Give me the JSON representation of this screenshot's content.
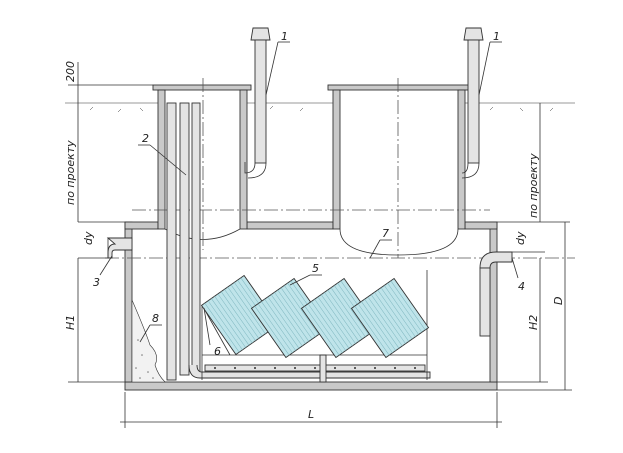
{
  "callouts": {
    "c1a": "1",
    "c1b": "1",
    "c2": "2",
    "c3": "3",
    "c4": "4",
    "c5": "5",
    "c6": "6",
    "c7": "7",
    "c8": "8"
  },
  "dimensions": {
    "top_offset": "200",
    "depth_left": "по проекту",
    "depth_right": "по проекту",
    "dy_left": "dy",
    "dy_right": "dy",
    "h1": "H1",
    "h2": "H2",
    "d": "D",
    "length": "L"
  },
  "colors": {
    "wall": "#c9c9c9",
    "module_fill": "#bfe4ea",
    "line": "#333333"
  }
}
